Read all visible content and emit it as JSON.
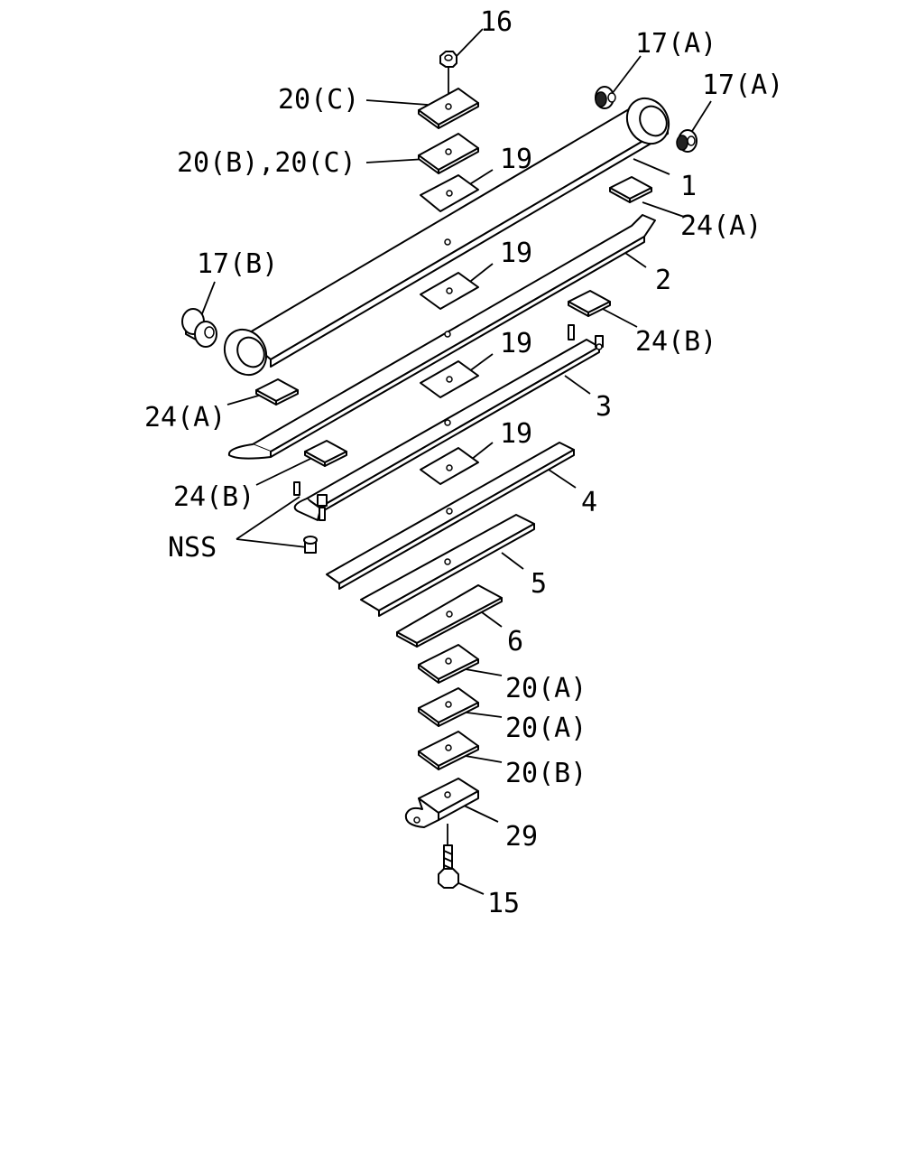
{
  "callouts": {
    "c16": "16",
    "c17a_1": "17(A)",
    "c17a_2": "17(A)",
    "c20c": "20(C)",
    "c20bc": "20(B),20(C)",
    "c19_1": "19",
    "c1": "1",
    "c24a_1": "24(A)",
    "c17b": "17(B)",
    "c19_2": "19",
    "c2": "2",
    "c24b_1": "24(B)",
    "c19_3": "19",
    "c3": "3",
    "c24a_2": "24(A)",
    "c19_4": "19",
    "c24b_2": "24(B)",
    "c4": "4",
    "nss": "NSS",
    "c5": "5",
    "c6": "6",
    "c20a_1": "20(A)",
    "c20a_2": "20(A)",
    "c20b": "20(B)",
    "c29": "29",
    "c15": "15"
  }
}
